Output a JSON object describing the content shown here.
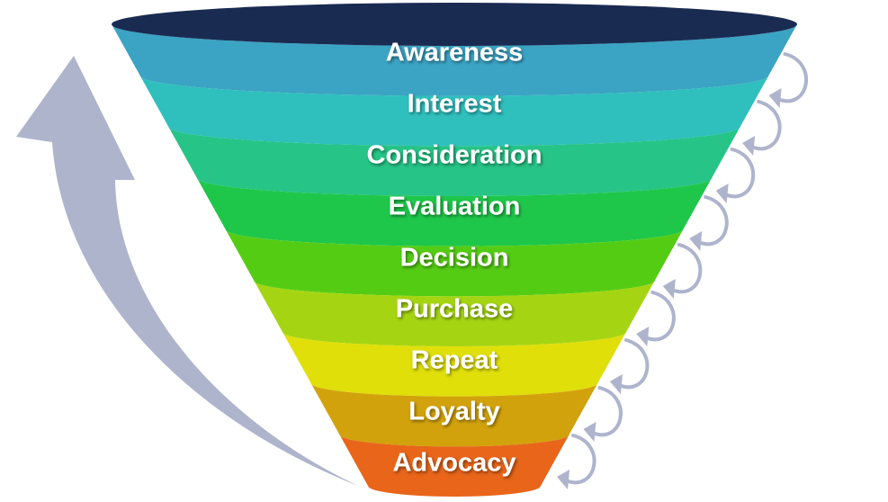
{
  "funnel": {
    "rim_color": "#1a2b52",
    "stages": [
      {
        "label": "Awareness",
        "color": "#3ba3c3"
      },
      {
        "label": "Interest",
        "color": "#2fbfbd"
      },
      {
        "label": "Consideration",
        "color": "#26c486"
      },
      {
        "label": "Evaluation",
        "color": "#1ec74a"
      },
      {
        "label": "Decision",
        "color": "#55cc14"
      },
      {
        "label": "Purchase",
        "color": "#a5d512"
      },
      {
        "label": "Repeat",
        "color": "#e0df0a"
      },
      {
        "label": "Loyalty",
        "color": "#d2a20c"
      },
      {
        "label": "Advocacy",
        "color": "#e8651a"
      }
    ]
  },
  "arrows": {
    "color": "#aeb4cc",
    "return_loops": 9,
    "big_arrow": "curved-up-arrow"
  }
}
